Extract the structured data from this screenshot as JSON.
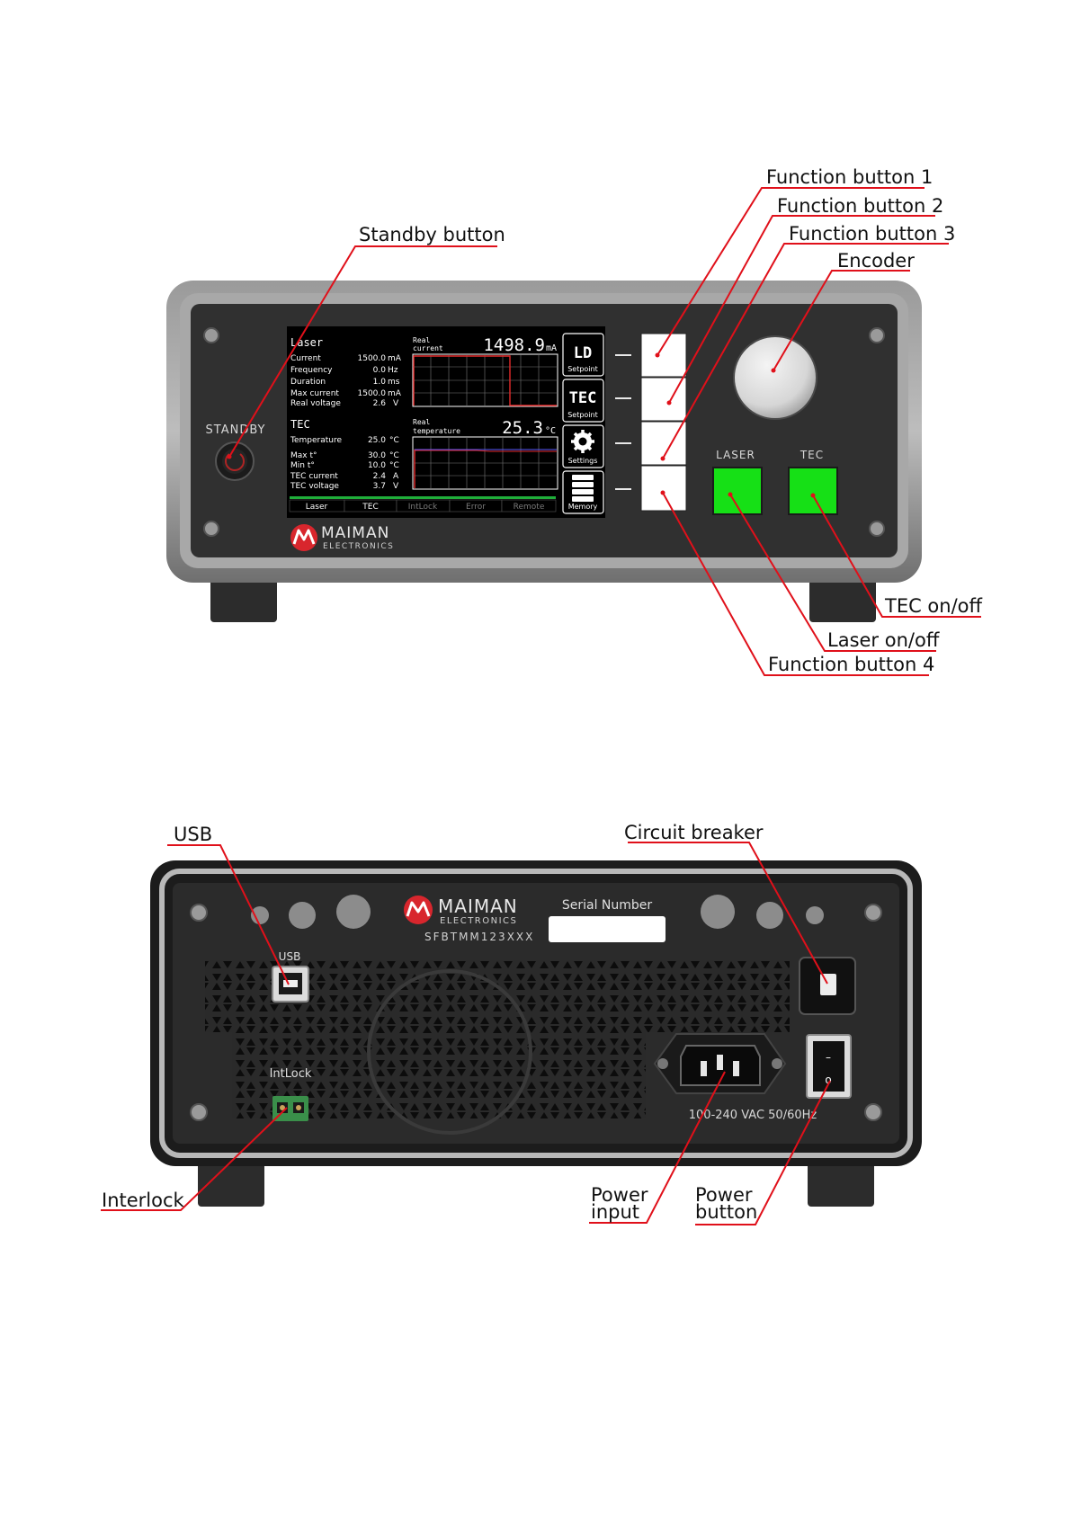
{
  "front": {
    "callouts": {
      "fb1": "Function button 1",
      "fb2": "Function button 2",
      "fb3": "Function button 3",
      "encoder": "Encoder",
      "standby": "Standby button",
      "tec_onoff": "TEC on/off",
      "laser_onoff": "Laser on/off",
      "fb4": "Function button 4"
    },
    "panel": {
      "standby_label": "STANDBY",
      "laser_label": "LASER",
      "tec_label": "TEC",
      "brand_name": "MAIMAN",
      "brand_sub": "ELECTRONICS"
    },
    "screen": {
      "laser_title": "Laser",
      "laser_params": [
        {
          "name": "Current",
          "value": "1500.0",
          "unit": "mA"
        },
        {
          "name": "Frequency",
          "value": "0.0",
          "unit": "Hz"
        },
        {
          "name": "Duration",
          "value": "1.0",
          "unit": "ms"
        },
        {
          "name": "Max  current",
          "value": "1500.0",
          "unit": "mA"
        },
        {
          "name": "Real voltage",
          "value": "2.6",
          "unit": "V"
        }
      ],
      "real_current_label_1": "Real",
      "real_current_label_2": "current",
      "real_current_value": "1498.9",
      "real_current_unit": "mA",
      "tec_title": "TEC",
      "tec_params": [
        {
          "name": "Temperature",
          "value": "25.0",
          "unit": "°C"
        },
        {
          "name": "Max t°",
          "value": "30.0",
          "unit": "°C"
        },
        {
          "name": "Min t°",
          "value": "10.0",
          "unit": "°C"
        },
        {
          "name": "TEC current",
          "value": "2.4",
          "unit": "A"
        },
        {
          "name": "TEC voltage",
          "value": "3.7",
          "unit": "V"
        }
      ],
      "real_temp_label_1": "Real",
      "real_temp_label_2": "temperature",
      "real_temp_value": "25.3",
      "real_temp_unit": "°C",
      "side_buttons": [
        {
          "big": "LD",
          "small": "Setpoint"
        },
        {
          "big": "TEC",
          "small": "Setpoint"
        },
        {
          "big": "",
          "small": "Settings"
        },
        {
          "big": "",
          "small": "Memory"
        }
      ],
      "tabs": [
        "Laser",
        "TEC",
        "IntLock",
        "Error",
        "Remote"
      ]
    }
  },
  "rear": {
    "callouts": {
      "usb": "USB",
      "circuit_breaker": "Circuit breaker",
      "interlock": "Interlock",
      "power_input_1": "Power",
      "power_input_2": "input",
      "power_button_1": "Power",
      "power_button_2": "button"
    },
    "panel": {
      "brand_name": "MAIMAN",
      "brand_sub": "ELECTRONICS",
      "model": "SFBTMM123XXX",
      "serial_label": "Serial Number",
      "usb_label": "USB",
      "intlock_label": "IntLock",
      "voltage_label": "100-240 VAC 50/60Hz",
      "switch_on": "–",
      "switch_off": "o"
    }
  },
  "colors": {
    "callout_line": "#e0101a",
    "panel_dark": "#2f2f2f",
    "bezel_gray": "#8c8c8c",
    "button_green": "#16e016",
    "brand_red": "#d8262d"
  }
}
